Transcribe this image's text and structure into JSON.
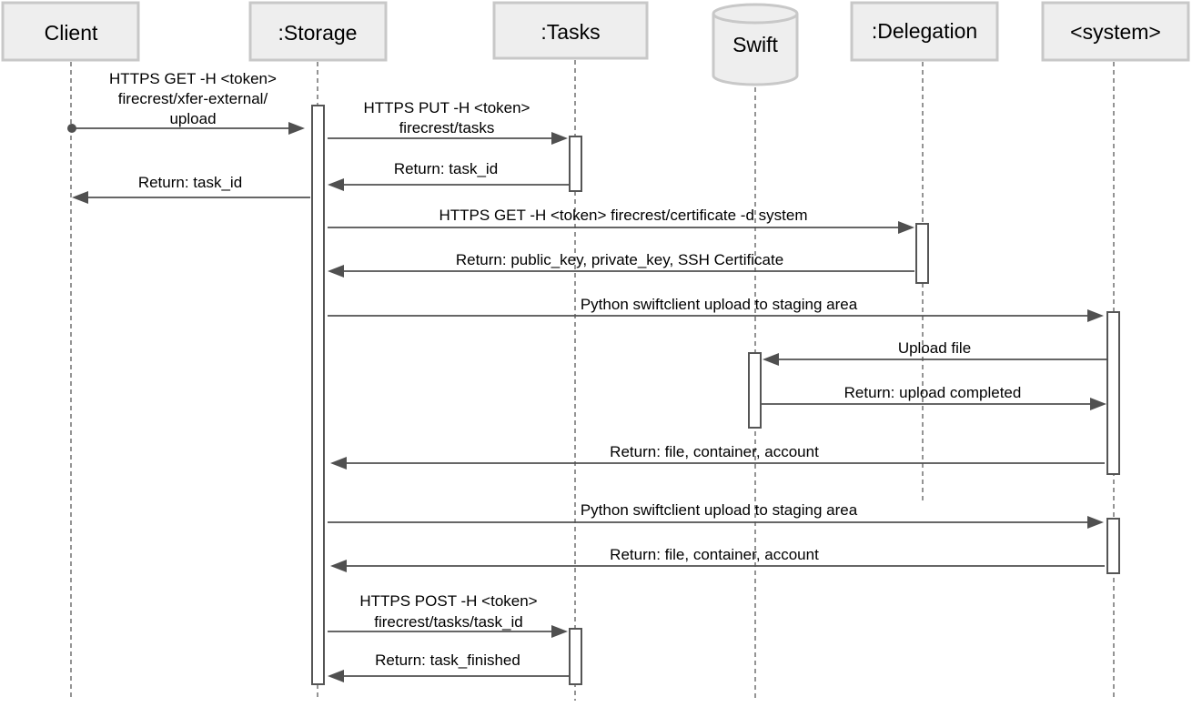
{
  "participants": [
    {
      "label": "Client"
    },
    {
      "label": ":Storage"
    },
    {
      "label": ":Tasks"
    },
    {
      "label": "Swift"
    },
    {
      "label": ":Delegation"
    },
    {
      "label": "<system>"
    }
  ],
  "messages": [
    {
      "lines": [
        "HTTPS GET -H <token>",
        "firecrest/xfer-external/",
        "upload"
      ]
    },
    {
      "lines": [
        "HTTPS PUT -H <token>",
        "firecrest/tasks"
      ]
    },
    {
      "lines": [
        "Return: task_id"
      ]
    },
    {
      "lines": [
        "Return: task_id"
      ]
    },
    {
      "lines": [
        "HTTPS GET -H <token> firecrest/certificate -d system"
      ]
    },
    {
      "lines": [
        "Return: public_key, private_key, SSH Certificate"
      ]
    },
    {
      "lines": [
        "Python swiftclient upload to staging area"
      ]
    },
    {
      "lines": [
        "Upload file"
      ]
    },
    {
      "lines": [
        "Return: upload completed"
      ]
    },
    {
      "lines": [
        "Return: file, container, account"
      ]
    },
    {
      "lines": [
        "Python swiftclient upload to staging area"
      ]
    },
    {
      "lines": [
        "Return: file, container, account"
      ]
    },
    {
      "lines": [
        "HTTPS POST -H <token>",
        "firecrest/tasks/task_id"
      ]
    },
    {
      "lines": [
        "Return: task_finished"
      ]
    }
  ],
  "colors": {
    "actor_fill": "#eeeeee",
    "actor_stroke": "#c8c8c8",
    "line": "#505050",
    "lifeline": "#707070"
  }
}
